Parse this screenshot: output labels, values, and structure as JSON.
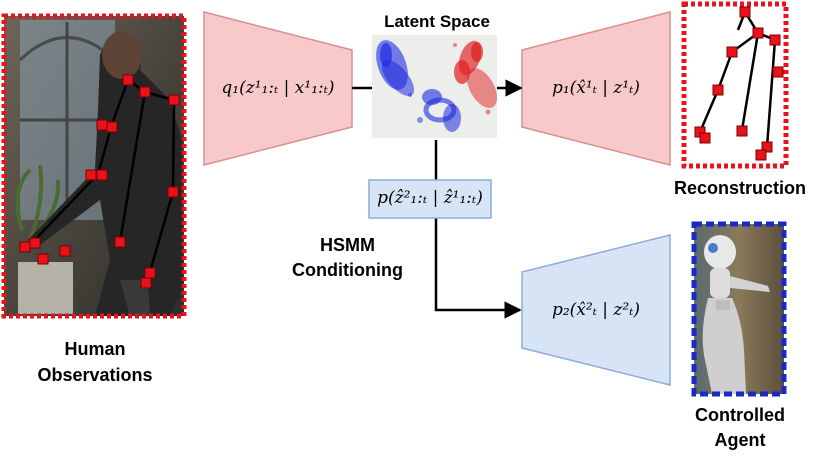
{
  "labels": {
    "latent_space": "Latent Space",
    "reconstruction": "Reconstruction",
    "hsmm_line1": "HSMM",
    "hsmm_line2": "Conditioning",
    "human_line1": "Human",
    "human_line2": "Observations",
    "agent_line1": "Controlled",
    "agent_line2": "Agent"
  },
  "formulas": {
    "encoder": "q₁(z¹₁:ₜ | x¹₁:ₜ)",
    "decoder1": "p₁(x̂¹ₜ | z¹ₜ)",
    "hsmm": "p(ẑ²₁:ₜ | ẑ¹₁:ₜ)",
    "decoder2": "p₂(x̂²ₜ | z²ₜ)"
  },
  "colors": {
    "human_red": "#e8121b",
    "agent_blue": "#1a28c8",
    "pink_fill": "#f7c9c9",
    "pink_stroke": "#d98f8f",
    "blue_fill": "#d6e4f5",
    "blue_stroke": "#8aaedb"
  }
}
